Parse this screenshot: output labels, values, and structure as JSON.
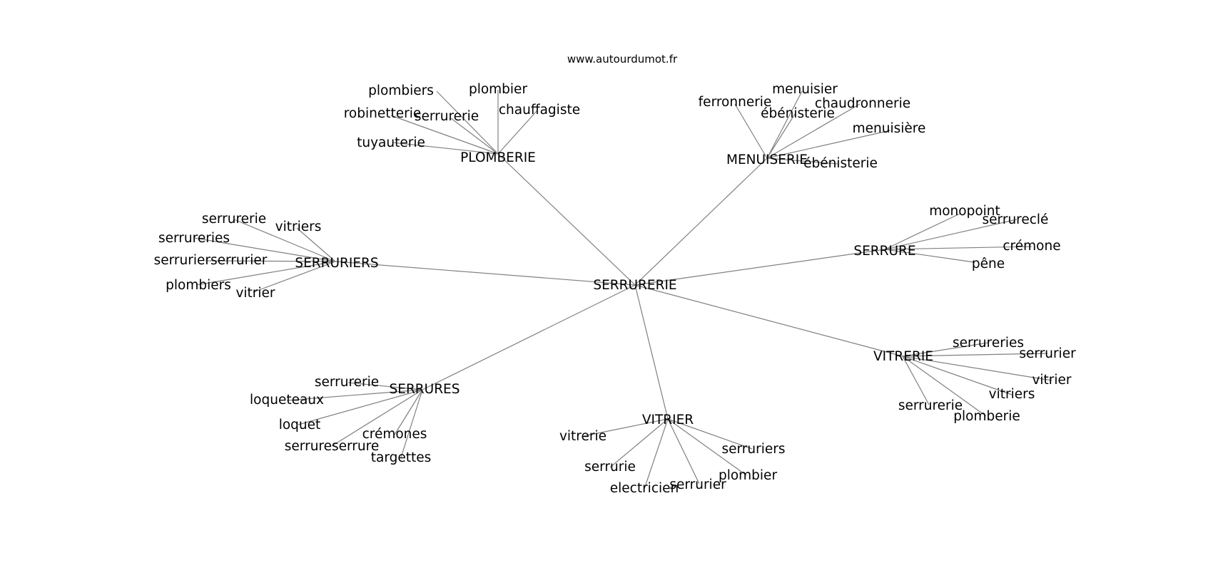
{
  "watermark": "www.autourdumot.fr",
  "root": "SERRURERIE",
  "groups": [
    {
      "label": "PLOMBERIE",
      "children": [
        "plombiers",
        "plombier",
        "robinetterie",
        "serrurerie",
        "chauffagiste",
        "tuyauterie"
      ]
    },
    {
      "label": "MENUISERIE",
      "children": [
        "menuisier",
        "ferronnerie",
        "chaudronnerie",
        "ébénisterie",
        "menuisière",
        "ébénisterie"
      ]
    },
    {
      "label": "SERRURIERS",
      "children": [
        "serrurerie",
        "vitriers",
        "serrureries",
        "serrurierserrurier",
        "plombiers",
        "vitrier"
      ]
    },
    {
      "label": "SERRURE",
      "children": [
        "monopoint",
        "serrureclé",
        "crémone",
        "pêne"
      ]
    },
    {
      "label": "VITRERIE",
      "children": [
        "serrureries",
        "serrurier",
        "vitrier",
        "vitriers",
        "serrurerie",
        "plomberie"
      ]
    },
    {
      "label": "SERRURES",
      "children": [
        "serrurerie",
        "loqueteaux",
        "loquet",
        "crémones",
        "serrureserrure",
        "targettes"
      ]
    },
    {
      "label": "VITRIER",
      "children": [
        "vitrerie",
        "serruriers",
        "serrurie",
        "plombier",
        "electricien",
        "serrurier"
      ]
    }
  ]
}
